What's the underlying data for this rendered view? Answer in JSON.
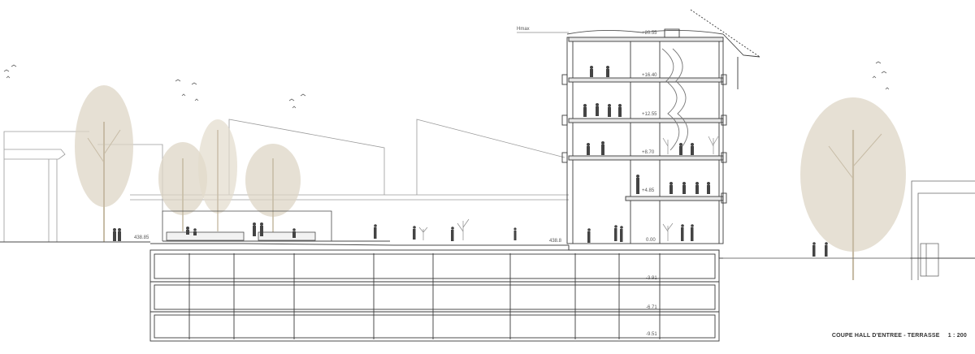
{
  "title": "COUPE HALL D'ENTREE - TERRASSE",
  "scale": "1 : 200",
  "hmax_label": "Hmax",
  "levels": [
    "+20.55",
    "+16.40",
    "+12.55",
    "+8.70",
    "+4.85",
    "0.00",
    "-3.91",
    "-6.71",
    "-9.51"
  ],
  "site_elevations": [
    "438.85",
    "438.8"
  ],
  "colors": {
    "line": "#4a4a4a",
    "tree": "#d3c9b6",
    "people": "#444444",
    "context": "#8a8a8a"
  }
}
